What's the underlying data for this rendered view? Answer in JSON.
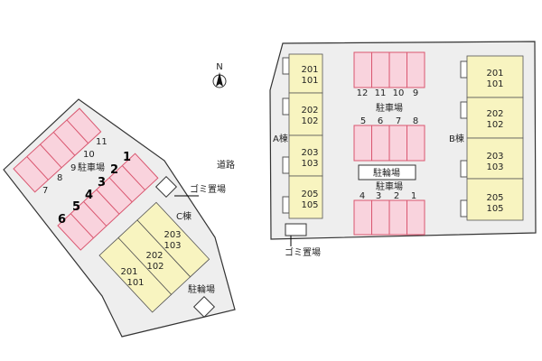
{
  "compass": {
    "label": "N"
  },
  "road_label": "道路",
  "left_lot": {
    "parking_label": "駐車場",
    "upper_space_numbers": [
      "7",
      "8",
      "9",
      "10",
      "11"
    ],
    "lower_space_numbers": [
      "1",
      "2",
      "3",
      "4",
      "5",
      "6"
    ],
    "building_label": "C棟",
    "units": [
      {
        "upper": "201",
        "lower": "101"
      },
      {
        "upper": "202",
        "lower": "102"
      },
      {
        "upper": "203",
        "lower": "103"
      }
    ],
    "garbage_label": "ゴミ置場",
    "bicycle_label": "駐輪場"
  },
  "right_lot": {
    "building_a_label": "A棟",
    "building_a_units": [
      {
        "upper": "201",
        "lower": "101"
      },
      {
        "upper": "202",
        "lower": "102"
      },
      {
        "upper": "203",
        "lower": "103"
      },
      {
        "upper": "205",
        "lower": "105"
      }
    ],
    "building_b_label": "B棟",
    "building_b_units": [
      {
        "upper": "201",
        "lower": "101"
      },
      {
        "upper": "202",
        "lower": "102"
      },
      {
        "upper": "203",
        "lower": "103"
      },
      {
        "upper": "205",
        "lower": "105"
      }
    ],
    "top_space_numbers": [
      "12",
      "11",
      "10",
      "9"
    ],
    "middle_space_numbers": [
      "5",
      "6",
      "7",
      "8"
    ],
    "bottom_space_numbers": [
      "4",
      "3",
      "2",
      "1"
    ],
    "parking_label_top": "駐車場",
    "parking_label_bottom": "駐車場",
    "bicycle_label": "駐輪場",
    "garbage_label": "ゴミ置場"
  }
}
